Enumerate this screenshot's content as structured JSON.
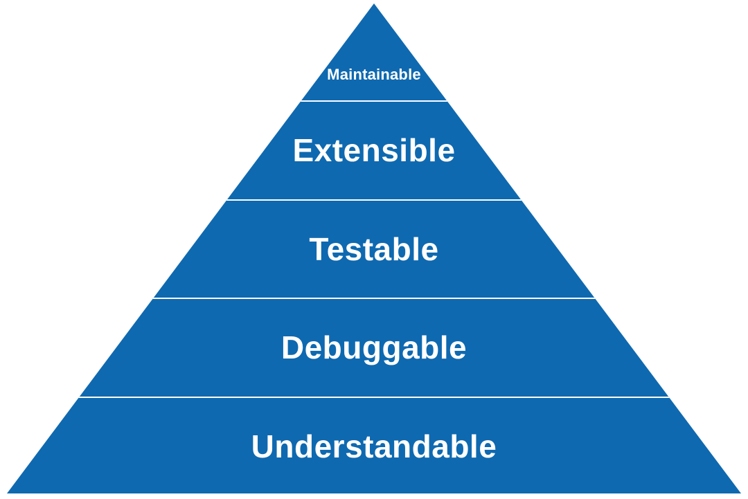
{
  "diagram": {
    "type": "pyramid",
    "levels": [
      {
        "label": "Maintainable"
      },
      {
        "label": "Extensible"
      },
      {
        "label": "Testable"
      },
      {
        "label": "Debuggable"
      },
      {
        "label": "Understandable"
      }
    ],
    "colors": {
      "pyramid_fill": "#0e69b0",
      "divider": "#ffffff",
      "text": "#ffffff",
      "background": "#ffffff"
    }
  }
}
